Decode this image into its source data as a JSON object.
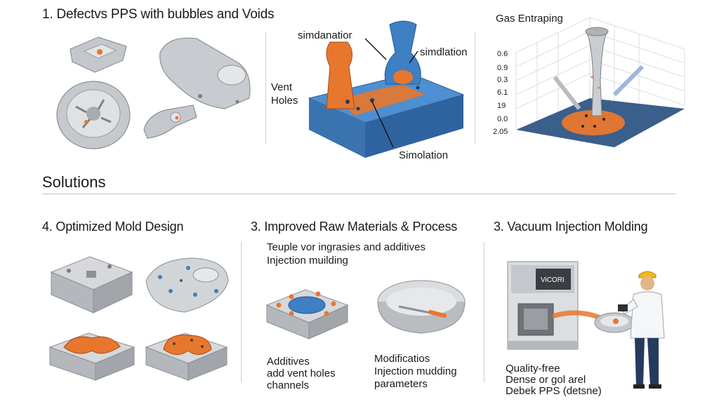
{
  "top": {
    "defects_title": "1. Defectvs PPS with bubbles and Voids",
    "sim_label_1": "simdanatior",
    "sim_label_2": "simdlation",
    "vent_line1": "Vent",
    "vent_line2": "Holes",
    "sim_label_3": "Simolation",
    "gas_title": "Gas Entraping",
    "gas_ticks": [
      "0.6",
      "0.9",
      "0.3",
      "6.1",
      "19",
      "0.0",
      "2.05"
    ]
  },
  "solutions_heading": "Solutions",
  "bottom": {
    "mold_title": "4. Optimized Mold Design",
    "raw_title": "3. Improved Raw Materials & Process",
    "raw_line1": "Teuple vor ingrasies and additives",
    "raw_line2": "Injection muilding",
    "raw_caption_left": [
      "Additives",
      "add vent holes",
      "channels"
    ],
    "raw_caption_right": [
      "Modificatios",
      "Injection mudding",
      "parameters"
    ],
    "vacuum_title": "3. Vacuum Injection Molding",
    "machine_screen": "ViCORI",
    "vacuum_caption": [
      "Quality-free",
      "Dense or gol arel",
      "Debek PPS (detsne)"
    ]
  },
  "colors": {
    "part_gray": "#b9bcc0",
    "accent_orange": "#e8772e",
    "accent_blue": "#3f7fc4"
  }
}
